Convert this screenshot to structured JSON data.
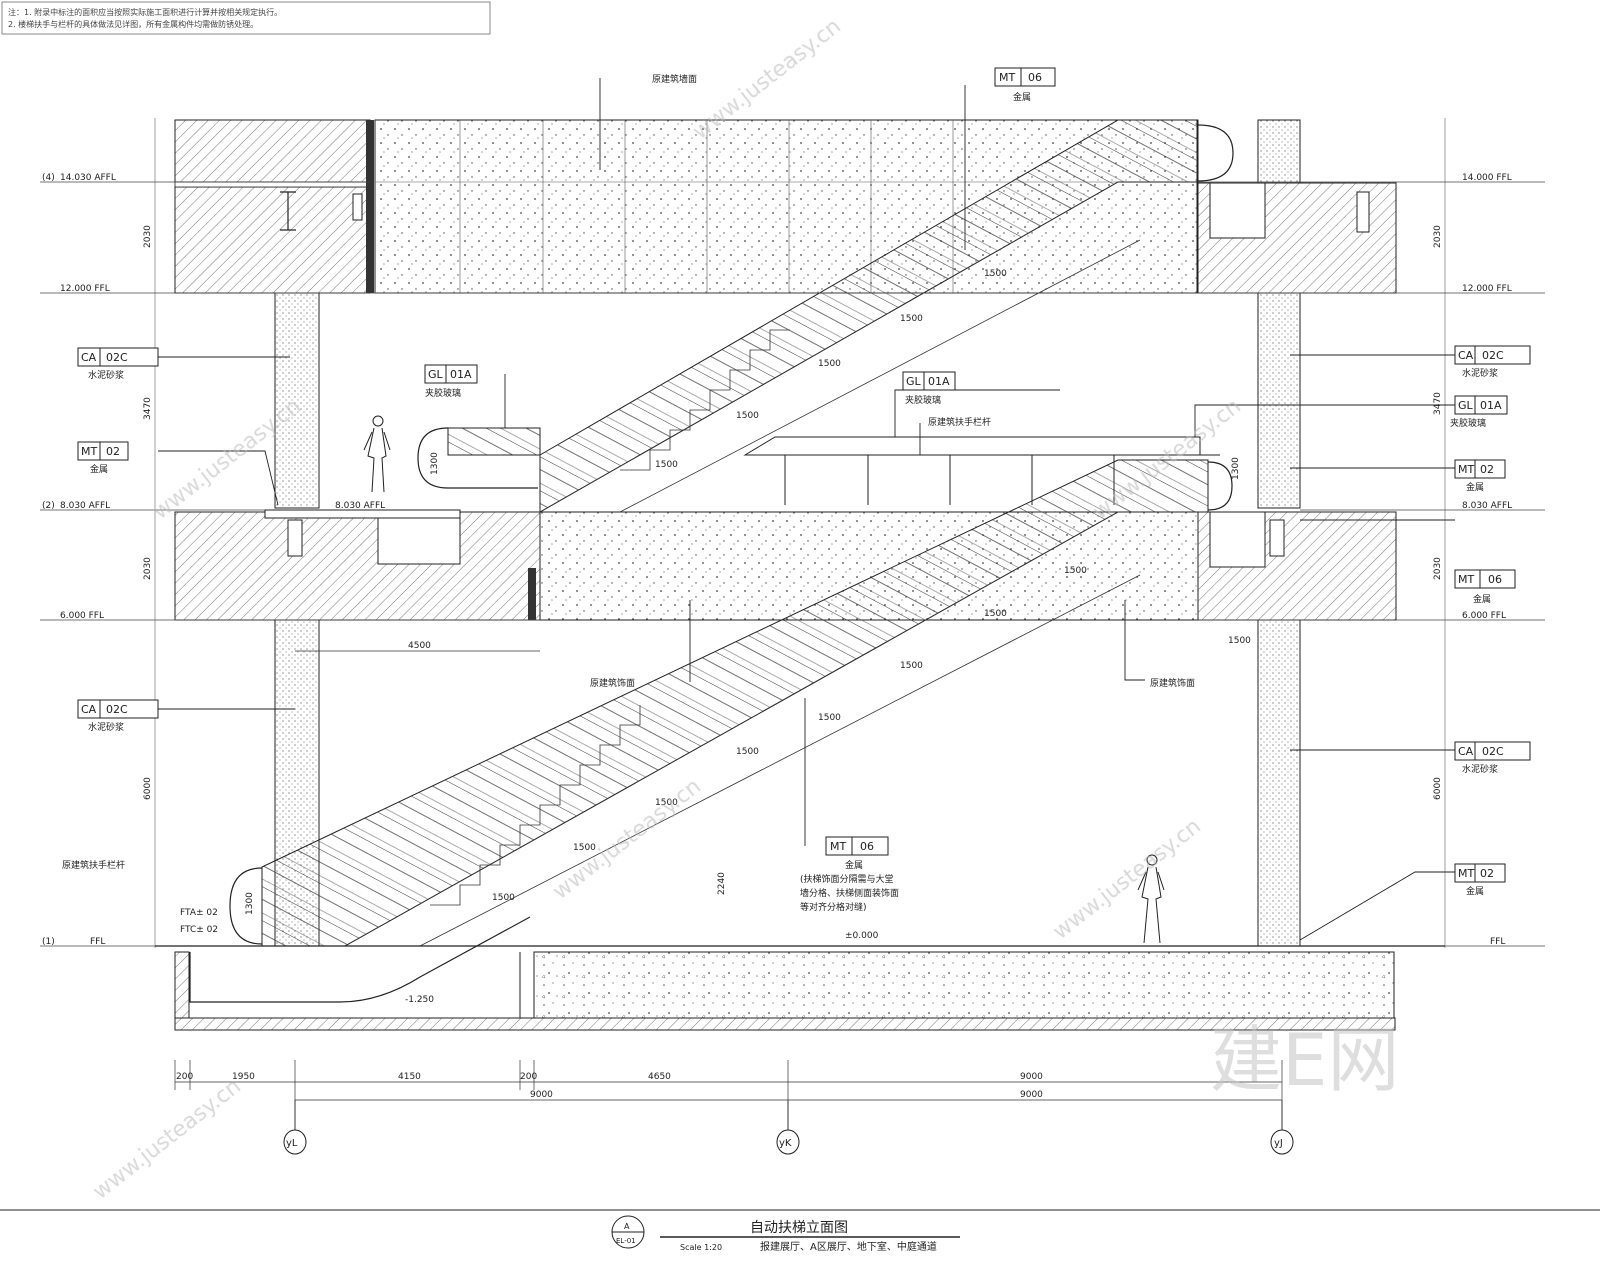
{
  "notes": {
    "line1": "注：1. 附录中标注的面积应当按照实际施工面积进行计算并按相关规定执行。",
    "line2": "2. 楼梯扶手与栏杆的具体做法见详图，所有金属构件均需做防锈处理。"
  },
  "levels": {
    "l4_tag": "(4)",
    "l4": "14.030 AFFL",
    "l4_right": "14.000 FFL",
    "l3": "12.000 FFL",
    "l3_right": "12.000 FFL",
    "l2_tag": "(2)",
    "l2": "8.030 AFFL",
    "l2_right": "8.030 AFFL",
    "l2_mid": "8.030 AFFL",
    "l1b": "6.000 FFL",
    "l1b_right": "6.000 FFL",
    "l1_tag": "(1)",
    "l1": "FFL",
    "l1_right": "FFL",
    "ground": "±0.000",
    "pit": "-1.250"
  },
  "vertical_dims": {
    "top_left": "2030",
    "top_right": "2030",
    "mid_left": "3470",
    "mid_right": "3470",
    "slab_left": "2030",
    "slab_right": "2030",
    "bottom_left": "6000",
    "bottom_right": "6000",
    "rail_low": "1300",
    "rail_mid": "1300",
    "rail_right": "1300",
    "clear": "2240"
  },
  "step_dims": [
    "1500",
    "1500",
    "1500",
    "1500",
    "1500",
    "1500",
    "1500",
    "1500",
    "1500",
    "1500",
    "1500",
    "1500",
    "1500",
    "1500"
  ],
  "horizontal_dims": {
    "d200a": "200",
    "d1950": "1950",
    "d4150": "4150",
    "d200b": "200",
    "d4650": "4650",
    "d9000a": "9000",
    "d9000b": "9000",
    "d9000c": "9000",
    "d4500": "4500"
  },
  "tags": [
    {
      "code": "MT",
      "num": "06",
      "sub": "金属"
    },
    {
      "code": "CA",
      "num": "02C",
      "sub": "水泥砂浆"
    },
    {
      "code": "MT",
      "num": "02",
      "sub": "金属"
    },
    {
      "code": "GL",
      "num": "01A",
      "sub": "夹胶玻璃"
    },
    {
      "code": "GL",
      "num": "01A",
      "sub": "夹胶玻璃"
    },
    {
      "code": "CA",
      "num": "02C",
      "sub": "水泥砂浆"
    },
    {
      "code": "GL",
      "num": "01A",
      "sub": "夹胶玻璃"
    },
    {
      "code": "MT",
      "num": "02",
      "sub": "金属"
    },
    {
      "code": "MT",
      "num": "06",
      "sub": "金属"
    },
    {
      "code": "CA",
      "num": "02C",
      "sub": "水泥砂浆"
    },
    {
      "code": "CA",
      "num": "02C",
      "sub": "水泥砂浆"
    },
    {
      "code": "MT",
      "num": "06",
      "sub": "金属"
    },
    {
      "code": "MT",
      "num": "02",
      "sub": "金属"
    }
  ],
  "callouts": {
    "top_wall": "原建筑墙面",
    "rail": "原建筑扶手栏杆",
    "finish_left": "原建筑饰面",
    "finish_right": "原建筑饰面",
    "handrail": "原建筑扶手栏杆",
    "mt06_note_1": "(扶梯饰面分隔需与大堂",
    "mt06_note_2": "墙分格、扶梯侧面装饰面",
    "mt06_note_3": "等对齐分格对缝)",
    "ft1": "FTA± 02",
    "ft2": "FTC± 02"
  },
  "grid": [
    "yL",
    "yK",
    "yJ"
  ],
  "title": {
    "main": "自动扶梯立面图",
    "scale": "Scale 1:20",
    "sub": "报建展厅、A区展厅、地下室、中庭通道",
    "sheet_top": "A",
    "sheet_bottom": "EL-01"
  },
  "watermark": {
    "brand": "建E网",
    "url": "www.justeasy.cn"
  }
}
